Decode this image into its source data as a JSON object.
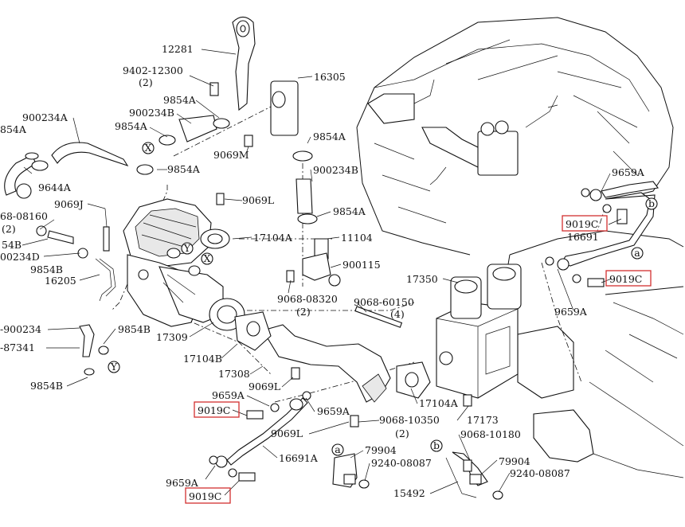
{
  "diagram": {
    "labels": [
      {
        "id": "l-12281",
        "text": "12281"
      },
      {
        "id": "l-9402",
        "text": "9402-12300"
      },
      {
        "id": "l-9402q",
        "text": "(2)"
      },
      {
        "id": "l-16305",
        "text": "16305"
      },
      {
        "id": "l-900234a-top",
        "text": "900234A"
      },
      {
        "id": "l-9854a-1",
        "text": "9854A"
      },
      {
        "id": "l-900234b-1",
        "text": "900234B"
      },
      {
        "id": "l-9854a-2",
        "text": "9854A"
      },
      {
        "id": "l-854a-cut",
        "text": "854A"
      },
      {
        "id": "l-9069m",
        "text": "9069M"
      },
      {
        "id": "l-9854a-3",
        "text": "9854A"
      },
      {
        "id": "l-9854a-4",
        "text": "9854A"
      },
      {
        "id": "l-900234b-2",
        "text": "900234B"
      },
      {
        "id": "l-9644a",
        "text": "9644A"
      },
      {
        "id": "l-9069j",
        "text": "9069J"
      },
      {
        "id": "l-9069l-1",
        "text": "9069L"
      },
      {
        "id": "l-9854a-5",
        "text": "9854A"
      },
      {
        "id": "l-68-08160",
        "text": "68-08160"
      },
      {
        "id": "l-68q",
        "text": "(2)"
      },
      {
        "id": "l-17104a-1",
        "text": "17104A"
      },
      {
        "id": "l-11104",
        "text": "11104"
      },
      {
        "id": "l-54b",
        "text": "54B"
      },
      {
        "id": "l-00234d",
        "text": "00234D"
      },
      {
        "id": "l-9854b-1",
        "text": "9854B"
      },
      {
        "id": "l-900115",
        "text": "900115"
      },
      {
        "id": "l-16205",
        "text": "16205"
      },
      {
        "id": "l-17350",
        "text": "17350"
      },
      {
        "id": "l-9068-08320",
        "text": "9068-08320"
      },
      {
        "id": "l-9068-08320q",
        "text": "(2)"
      },
      {
        "id": "l-9068-60150",
        "text": "9068-60150"
      },
      {
        "id": "l-9068-60150q",
        "text": "(4)"
      },
      {
        "id": "l-900234-left",
        "text": "-900234"
      },
      {
        "id": "l-9854b-2",
        "text": "9854B"
      },
      {
        "id": "l-17309",
        "text": "17309"
      },
      {
        "id": "l-87341",
        "text": "-87341"
      },
      {
        "id": "l-17104b",
        "text": "17104B"
      },
      {
        "id": "l-17308",
        "text": "17308"
      },
      {
        "id": "l-9854b-3",
        "text": "9854B"
      },
      {
        "id": "l-9069l-2",
        "text": "9069L"
      },
      {
        "id": "l-9659a-1",
        "text": "9659A"
      },
      {
        "id": "l-9659a-2",
        "text": "9659A"
      },
      {
        "id": "l-17104a-2",
        "text": "17104A"
      },
      {
        "id": "l-9068-10350",
        "text": "9068-10350"
      },
      {
        "id": "l-9068-10350q",
        "text": "(2)"
      },
      {
        "id": "l-17173",
        "text": "17173"
      },
      {
        "id": "l-9069l-3",
        "text": "9069L"
      },
      {
        "id": "l-9068-10180",
        "text": "9068-10180"
      },
      {
        "id": "l-16691a",
        "text": "16691A"
      },
      {
        "id": "l-79904-1",
        "text": "79904"
      },
      {
        "id": "l-9240-1",
        "text": "9240-08087"
      },
      {
        "id": "l-79904-2",
        "text": "79904"
      },
      {
        "id": "l-9240-2",
        "text": "9240-08087"
      },
      {
        "id": "l-9659a-3",
        "text": "9659A"
      },
      {
        "id": "l-15492",
        "text": "15492"
      },
      {
        "id": "l-9659a-4",
        "text": "9659A"
      },
      {
        "id": "l-16691",
        "text": "16691"
      },
      {
        "id": "l-9659a-5",
        "text": "9659A"
      }
    ],
    "highlighted": [
      {
        "id": "h-1",
        "text": "9019C"
      },
      {
        "id": "h-2",
        "text": "9019C"
      },
      {
        "id": "h-3",
        "text": "9019C"
      },
      {
        "id": "h-4",
        "text": "9019C"
      }
    ],
    "markers": [
      {
        "id": "m-x1",
        "text": "X"
      },
      {
        "id": "m-x2",
        "text": "X"
      },
      {
        "id": "m-y1",
        "text": "Y"
      },
      {
        "id": "m-y2",
        "text": "Y"
      },
      {
        "id": "m-b1",
        "text": "b"
      },
      {
        "id": "m-a1",
        "text": "a"
      },
      {
        "id": "m-a2",
        "text": "a"
      },
      {
        "id": "m-b2",
        "text": "b"
      }
    ],
    "colors": {
      "line": "#111111",
      "highlight": "#d32f2f",
      "background": "#ffffff"
    }
  }
}
